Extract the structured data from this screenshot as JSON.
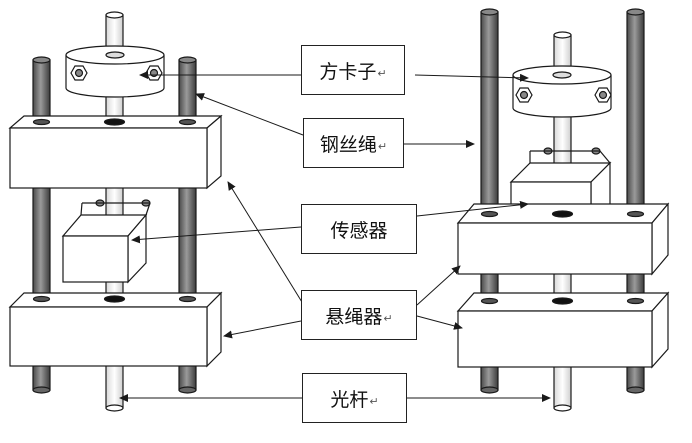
{
  "labels": {
    "clamp": "方卡子",
    "wire_rope": "钢丝绳",
    "sensor": "传感器",
    "rope_hanger": "悬绳器",
    "polished_rod": "光杆",
    "paragraph_mark": "↵"
  },
  "colors": {
    "stroke": "#1a1a1a",
    "rod_dark": "#666666",
    "rod_light": "#ffffff",
    "box_fill": "#ffffff",
    "background": "#ffffff"
  }
}
